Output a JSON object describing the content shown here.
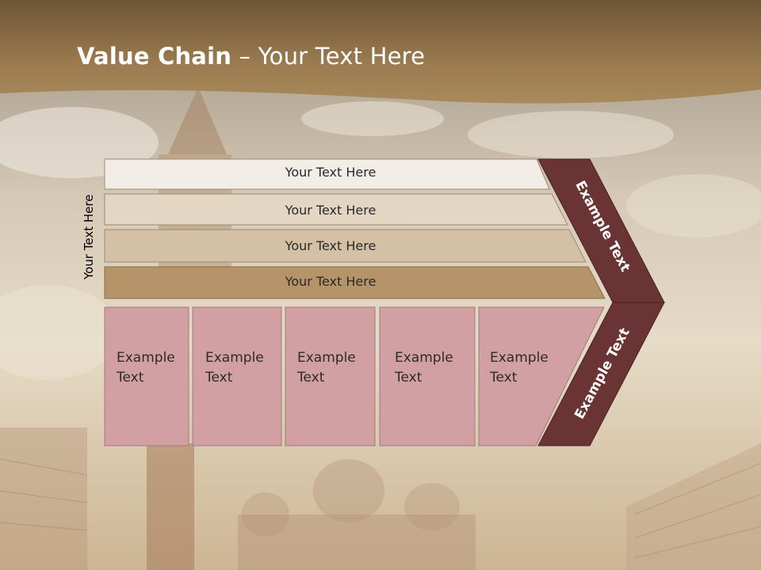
{
  "slide": {
    "title_bold": "Value Chain",
    "title_rest": " – Your Text Here",
    "side_label": "Your Text Here",
    "rows": [
      {
        "label": "Your Text Here",
        "fill": "#f2ede7"
      },
      {
        "label": "Your Text Here",
        "fill": "#e3d6c3"
      },
      {
        "label": "Your Text Here",
        "fill": "#d4c0a4"
      },
      {
        "label": "Your Text Here",
        "fill": "#b49468"
      }
    ],
    "boxes": [
      {
        "line1": "Example",
        "line2": "Text"
      },
      {
        "line1": "Example",
        "line2": "Text"
      },
      {
        "line1": "Example",
        "line2": "Text"
      },
      {
        "line1": "Example",
        "line2": "Text"
      },
      {
        "line1": "Example",
        "line2": "Text"
      }
    ],
    "chevron_top_label": "Example Text",
    "chevron_bottom_label": "Example Text"
  },
  "colors": {
    "header_band": "#9a7a4e",
    "box_fill": "#d2a0a3",
    "chevron_fill": "#6a3434"
  }
}
